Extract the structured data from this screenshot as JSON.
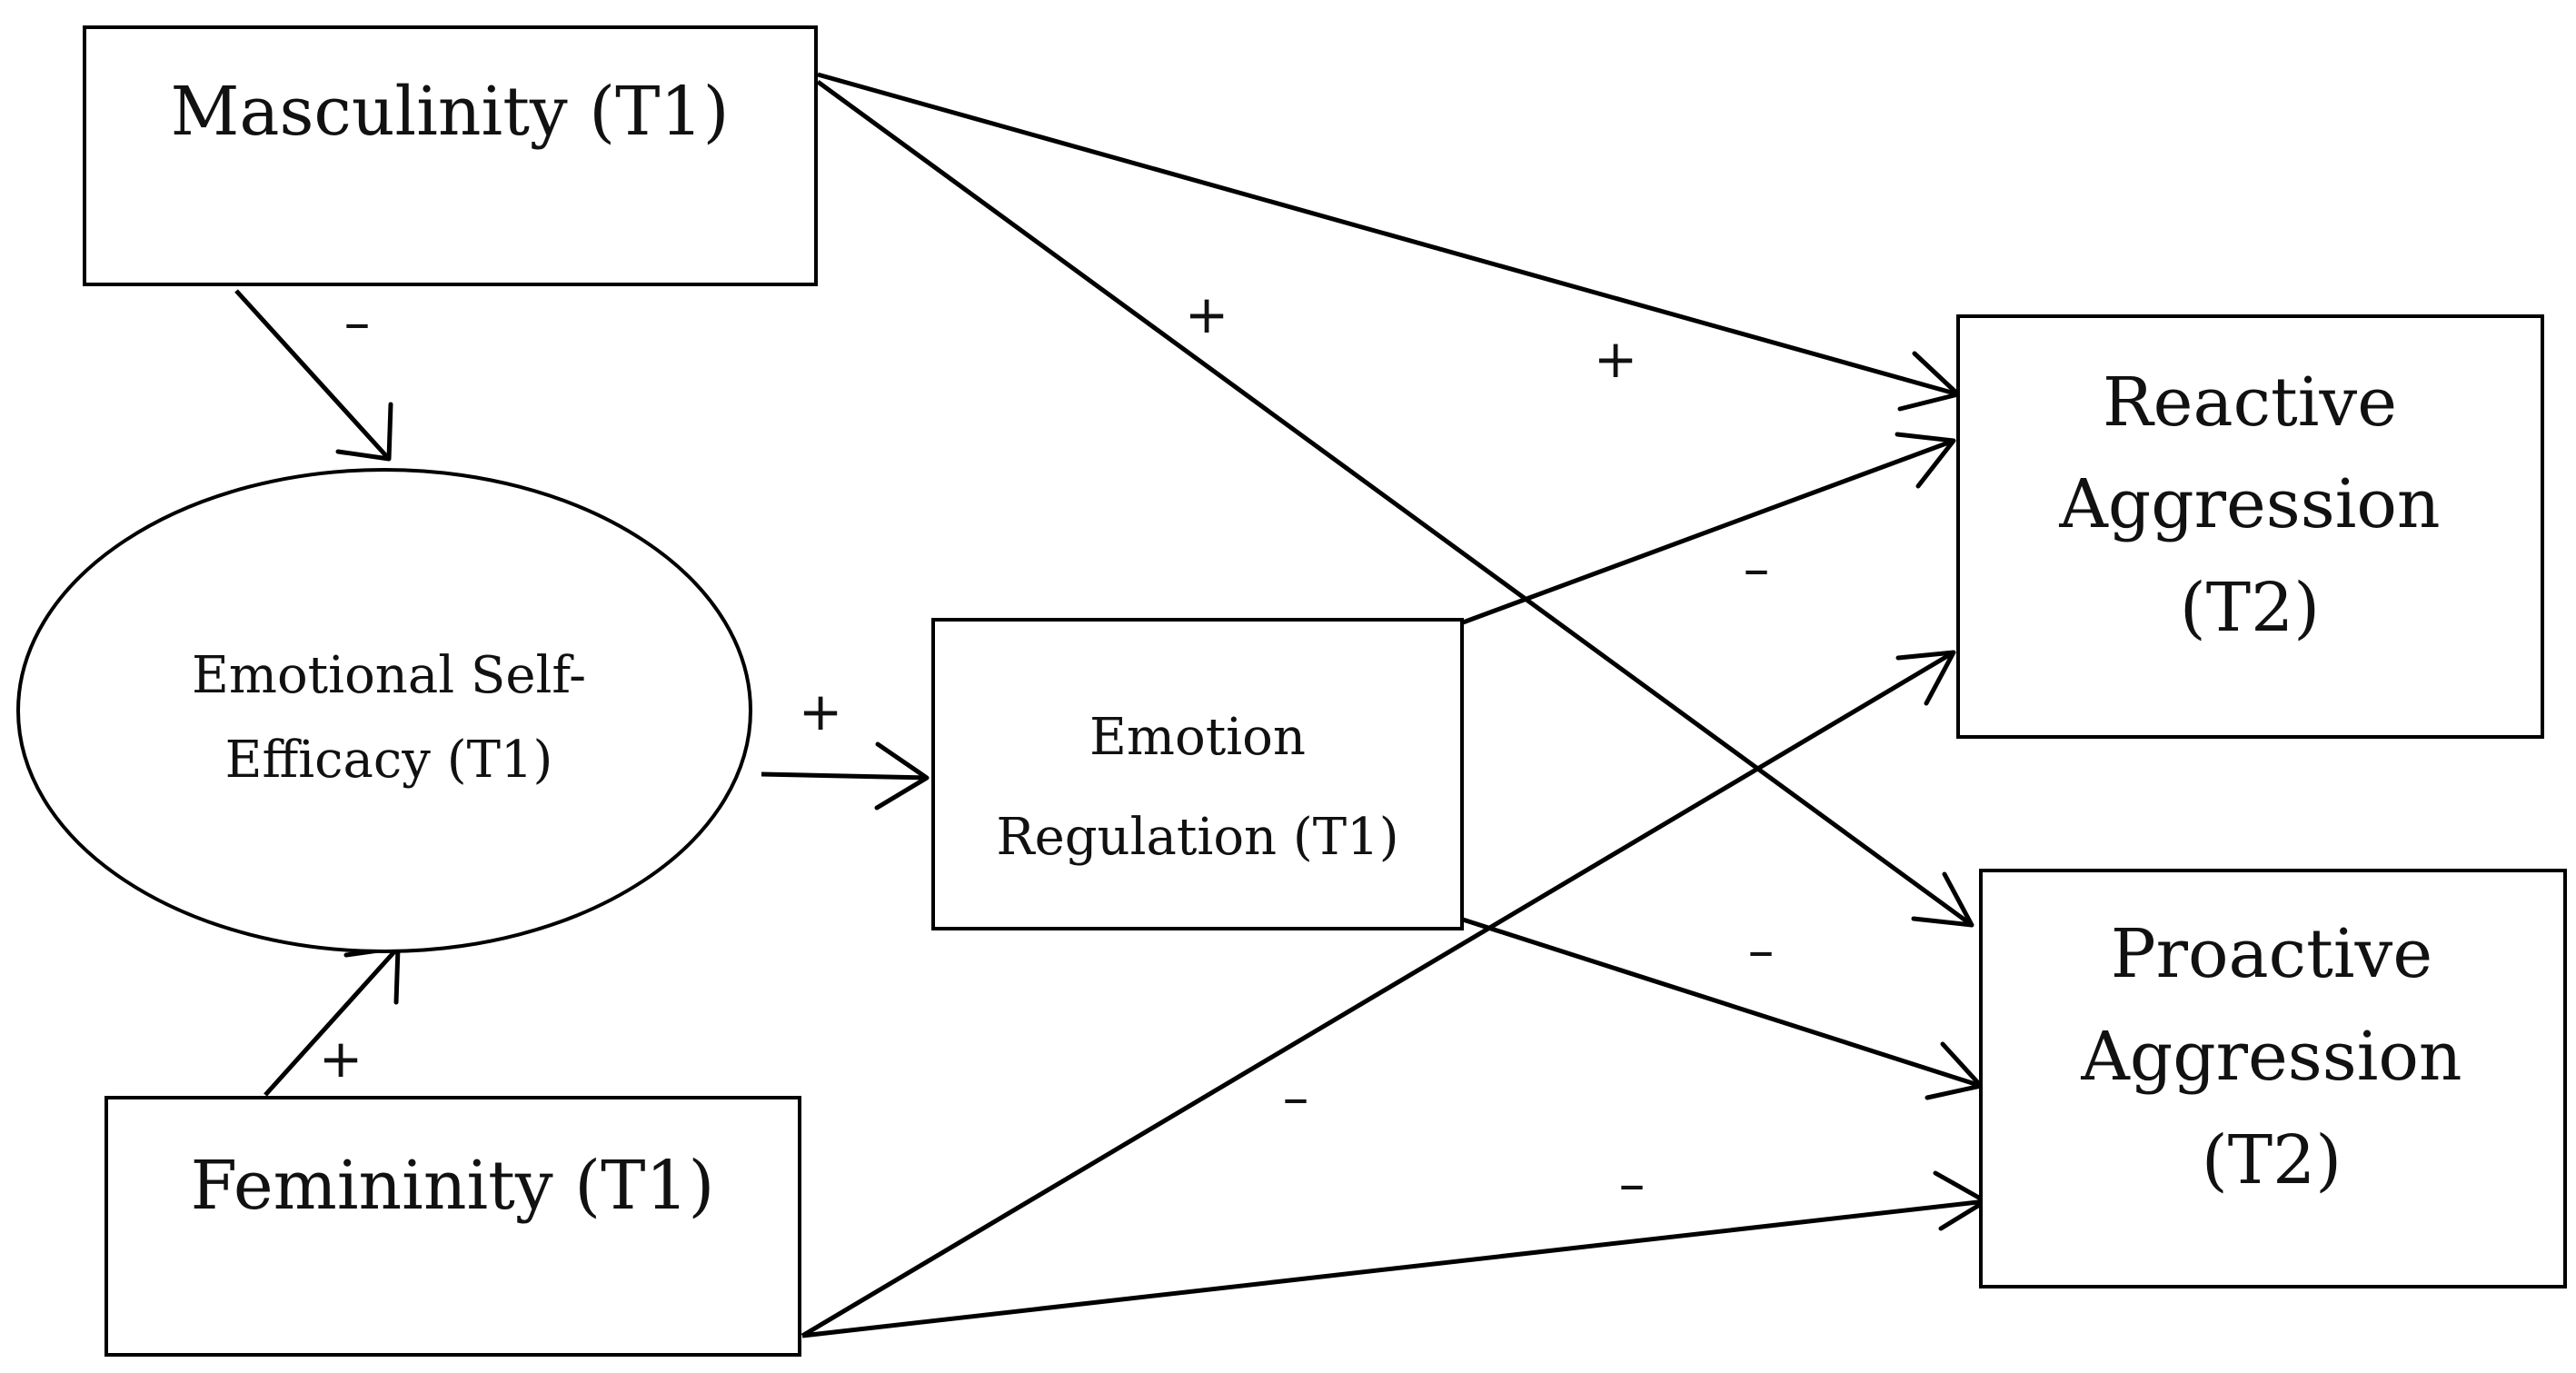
{
  "nodes": {
    "masculinity": {
      "label": "Masculinity (T1)"
    },
    "femininity": {
      "label": "Femininity (T1)"
    },
    "emotional_self_efficacy": {
      "lines": [
        "Emotional Self-",
        "Efficacy (T1)"
      ]
    },
    "emotion_regulation": {
      "lines": [
        "Emotion",
        "Regulation (T1)"
      ]
    },
    "reactive_aggression": {
      "lines": [
        "Reactive",
        "Aggression",
        "(T2)"
      ]
    },
    "proactive_aggression": {
      "lines": [
        "Proactive",
        "Aggression",
        "(T2)"
      ]
    }
  },
  "paths": {
    "masculinity_to_self_efficacy": "–",
    "femininity_to_self_efficacy": "+",
    "self_efficacy_to_regulation": "+",
    "masculinity_to_reactive": "+",
    "masculinity_to_proactive": "+",
    "regulation_to_reactive": "–",
    "regulation_to_proactive": "–",
    "femininity_to_reactive": "–",
    "femininity_to_proactive": "–"
  }
}
